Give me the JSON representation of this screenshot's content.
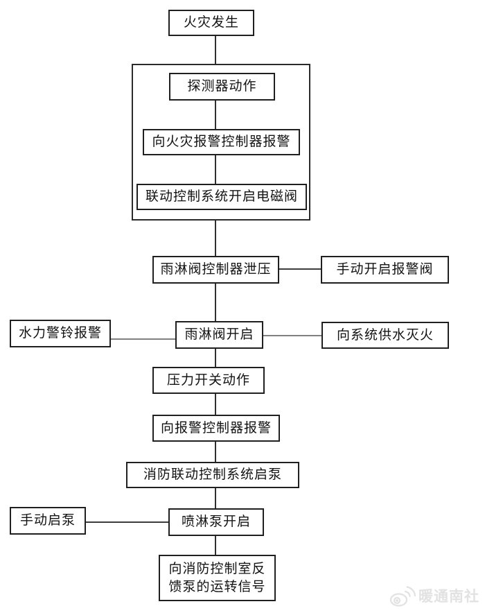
{
  "diagram": {
    "type": "flowchart",
    "topic": "deluge-sprinkler-system-linkage-control-flow",
    "nodes": {
      "fire_occurs": {
        "label": "火灾发生"
      },
      "detector_action": {
        "label": "探测器动作"
      },
      "report_fire_alarm": {
        "label": "向火灾报警控制器报警"
      },
      "linkage_open_solenoid": {
        "label": "联动控制系统开启电磁阀"
      },
      "deluge_controller_relief": {
        "label": "雨淋阀控制器泄压"
      },
      "manual_open_alarm_valve": {
        "label": "手动开启报警阀"
      },
      "hydraulic_bell_alarm": {
        "label": "水力警铃报警"
      },
      "deluge_valve_open": {
        "label": "雨淋阀开启"
      },
      "supply_water": {
        "label": "向系统供水灭火"
      },
      "pressure_switch_action": {
        "label": "压力开关动作"
      },
      "report_alarm_controller": {
        "label": "向报警控制器报警"
      },
      "fire_linkage_start_pump": {
        "label": "消防联动控制系统启泵"
      },
      "manual_start_pump": {
        "label": "手动启泵"
      },
      "spray_pump_open": {
        "label": "喷淋泵开启"
      },
      "feedback_signal": {
        "label": "向消防控制室反馈泵的运转信号"
      }
    },
    "edges": [
      {
        "from": "fire_occurs",
        "to": "detector_action"
      },
      {
        "from": "detector_action",
        "to": "report_fire_alarm"
      },
      {
        "from": "report_fire_alarm",
        "to": "linkage_open_solenoid"
      },
      {
        "from": "linkage_open_solenoid",
        "to": "deluge_controller_relief"
      },
      {
        "from": "deluge_controller_relief",
        "to": "manual_open_alarm_valve"
      },
      {
        "from": "deluge_controller_relief",
        "to": "deluge_valve_open"
      },
      {
        "from": "hydraulic_bell_alarm",
        "to": "deluge_valve_open"
      },
      {
        "from": "deluge_valve_open",
        "to": "supply_water"
      },
      {
        "from": "deluge_valve_open",
        "to": "pressure_switch_action"
      },
      {
        "from": "pressure_switch_action",
        "to": "report_alarm_controller"
      },
      {
        "from": "report_alarm_controller",
        "to": "fire_linkage_start_pump"
      },
      {
        "from": "fire_linkage_start_pump",
        "to": "spray_pump_open"
      },
      {
        "from": "manual_start_pump",
        "to": "spray_pump_open"
      },
      {
        "from": "spray_pump_open",
        "to": "feedback_signal"
      }
    ],
    "colors": {
      "border": "#1f1f1f",
      "text": "#121212",
      "line": "#3c3c3c",
      "background": "#ffffff",
      "watermark": "#e2e2e2"
    }
  },
  "watermark": {
    "icon": "weibo-icon",
    "text": "暖通南社"
  }
}
